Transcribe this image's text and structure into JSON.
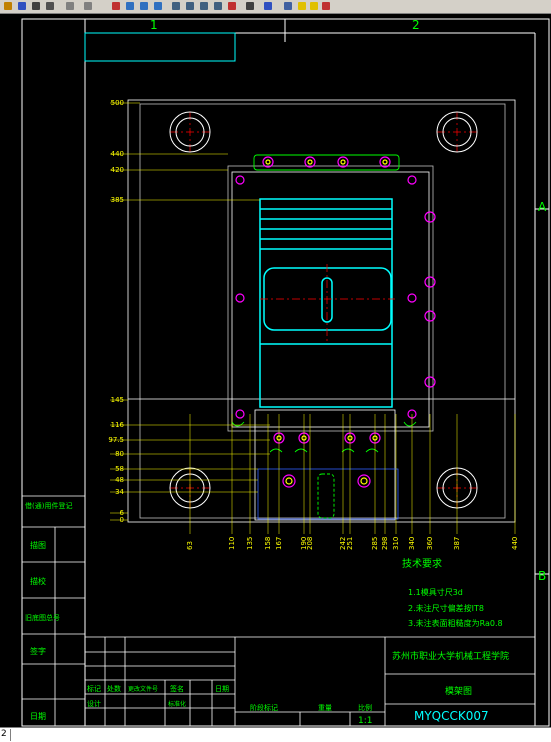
{
  "colors": {
    "background": "#000000",
    "frame": "#ffffff",
    "cyan": "#00ffff",
    "green": "#00ff00",
    "yellow": "#ffff00",
    "red": "#ff0000",
    "magenta": "#ff00ff",
    "blue": "#3060ff",
    "white": "#ffffff"
  },
  "toolbar": {
    "icons": [
      "open-icon",
      "save-icon",
      "pencil-icon",
      "print-icon",
      "arrow-icon",
      "arrow-icon",
      "paint-icon",
      "zoom-icon",
      "zoom-in-icon",
      "zoom-out-icon",
      "properties-icon",
      "design-center-icon",
      "tool-palette-icon",
      "sheet-set-icon",
      "markup-icon",
      "calculator-icon",
      "help-icon",
      "layers-icon",
      "lightbulb-icon",
      "sun-icon",
      "color-icon"
    ]
  },
  "drawing": {
    "zone_top": [
      "1",
      "2"
    ],
    "zone_right": [
      "A",
      "B"
    ],
    "y_dims": [
      "500",
      "440",
      "420",
      "385",
      "145",
      "116",
      "97.5",
      "80",
      "58",
      "48",
      "34",
      "6",
      "0"
    ],
    "x_dims": [
      "63",
      "110",
      "135",
      "158",
      "167",
      "190",
      "208",
      "242",
      "251",
      "285",
      "298",
      "310",
      "340",
      "360",
      "387",
      "440"
    ],
    "tech_title": "技术要求",
    "tech_items": [
      "1.1模具寸尺3d",
      "2.未注尺寸偏差按IT8",
      "3.未注表面粗糙度为Ra0.8"
    ],
    "title_block": {
      "school": "苏州市职业大学机械工程学院",
      "drawing_name": "模架图",
      "drawing_no": "MYQCCK007",
      "scale": "1:1",
      "row_labels": [
        "标记",
        "处数",
        "更改文件号",
        "签名",
        "日期"
      ],
      "row2_labels": [
        "设计",
        "标准化"
      ],
      "col_labels": [
        "阶段标记",
        "重量",
        "比例"
      ]
    },
    "side_labels": [
      "借(通)用件登记",
      "描图",
      "描校",
      "旧底图总号",
      "签字",
      "日期"
    ]
  },
  "status": {
    "text": "2"
  }
}
